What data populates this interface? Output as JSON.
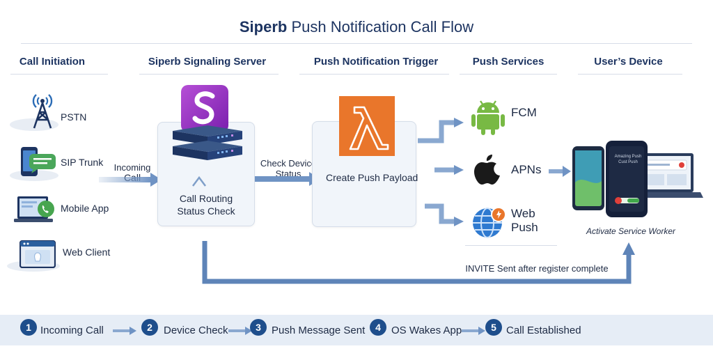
{
  "title": {
    "brand": "Siperb",
    "rest": " Push Notification Call Flow"
  },
  "columns": {
    "call_initiation": "Call Initiation",
    "signaling_server": "Siperb Signaling Server",
    "push_trigger": "Push Notification Trigger",
    "push_services": "Push Services",
    "users_device": "User’s Device"
  },
  "sources": [
    {
      "label": "PSTN",
      "icon": "cell-tower-icon"
    },
    {
      "label": "SIP Trunk",
      "icon": "phone-chat-icon"
    },
    {
      "label": "Mobile App",
      "icon": "laptop-phone-icon"
    },
    {
      "label": "Web Client",
      "icon": "browser-window-icon"
    }
  ],
  "incoming_call": {
    "line1": "Incoming",
    "line2": "Call"
  },
  "server": {
    "line1": "Call Routing",
    "line2": "Status Check"
  },
  "check_device": {
    "line1": "Check Device",
    "line2": "Status"
  },
  "payload": "Create Push Payload",
  "services": [
    {
      "line1": "FCM",
      "line2": "",
      "icon": "android-icon"
    },
    {
      "line1": "APNs",
      "line2": "",
      "icon": "apple-icon"
    },
    {
      "line1": "Web",
      "line2": "Push",
      "icon": "globe-icon"
    }
  ],
  "device": {
    "notif_title": "Amazing Push",
    "notif_sub": "Cust Push",
    "caption": "Activate Service Worker"
  },
  "return_path": "INVITE Sent after register complete",
  "steps": [
    {
      "num": "1",
      "label": "Incoming Call"
    },
    {
      "num": "2",
      "label": "Device Check"
    },
    {
      "num": "3",
      "label": "Push Message Sent"
    },
    {
      "num": "4",
      "label": "OS Wakes App"
    },
    {
      "num": "5",
      "label": "Call Established"
    }
  ],
  "colors": {
    "navy": "#1d3461",
    "arrow_blue": "#7f9fc9",
    "aws_orange": "#e9762b",
    "siperb_purple": "#a23fc9",
    "android_green": "#78b944",
    "step_blue": "#1e4e8c"
  }
}
